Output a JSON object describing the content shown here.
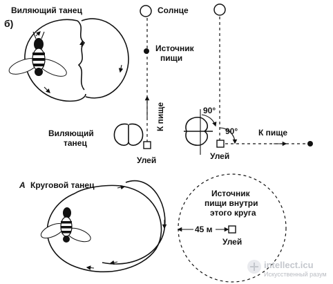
{
  "panel_b": {
    "panel_letter": "б)",
    "waggle_title": "Виляющий танец",
    "sun_label": "Солнце",
    "food_source_line1": "Источник",
    "food_source_line2": "пищи",
    "to_food_vertical": "К пище",
    "waggle_small_line1": "Виляющий",
    "waggle_small_line2": "танец",
    "hive_left": "Улей",
    "hive_right": "Улей",
    "angle_top": "90°",
    "angle_right": "90°",
    "to_food_horizontal": "К пище"
  },
  "panel_a": {
    "panel_letter": "А",
    "round_title": "Круговой танец",
    "circle_text_line1": "Источник",
    "circle_text_line2": "пищи внутри",
    "circle_text_line3": "этого круга",
    "distance": "45 м",
    "hive": "Улей"
  },
  "watermark": {
    "brand": "intellect.icu",
    "tagline": "Искусственный разум"
  }
}
